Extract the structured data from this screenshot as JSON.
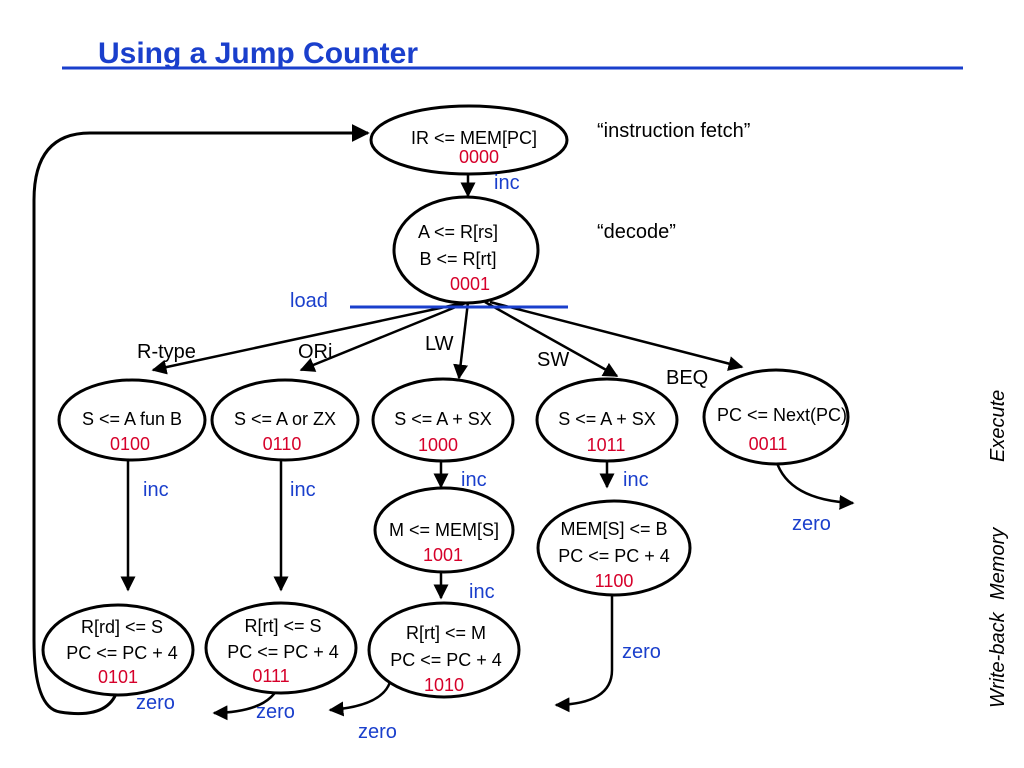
{
  "title": "Using a Jump Counter",
  "colors": {
    "title": "#1a3fcc",
    "code": "#d6002a",
    "label": "#1a3fcc",
    "line": "#000000"
  },
  "annotations": {
    "fetch": "“instruction fetch”",
    "decode": "“decode”"
  },
  "nodes": {
    "fetch": {
      "lines": [
        "IR <= MEM[PC]"
      ],
      "code": "0000"
    },
    "decode": {
      "lines": [
        "A <= R[rs]",
        "B <= R[rt]"
      ],
      "code": "0001"
    },
    "rtype_ex": {
      "lines": [
        "S <= A fun B"
      ],
      "code": "0100"
    },
    "ori_ex": {
      "lines": [
        "S <= A or ZX"
      ],
      "code": "0110"
    },
    "lw_ex": {
      "lines": [
        "S <= A + SX"
      ],
      "code": "1000"
    },
    "sw_ex": {
      "lines": [
        "S <= A + SX"
      ],
      "code": "1011"
    },
    "beq_ex": {
      "lines": [
        "PC <= Next(PC)"
      ],
      "code": "0011"
    },
    "lw_mem": {
      "lines": [
        "M <= MEM[S]"
      ],
      "code": "1001"
    },
    "sw_mem": {
      "lines": [
        "MEM[S] <= B",
        "PC <= PC + 4"
      ],
      "code": "1100"
    },
    "rtype_wb": {
      "lines": [
        "R[rd] <= S",
        "PC <= PC + 4"
      ],
      "code": "0101"
    },
    "ori_wb": {
      "lines": [
        "R[rt] <= S",
        "PC <= PC + 4"
      ],
      "code": "0111"
    },
    "lw_wb": {
      "lines": [
        "R[rt] <= M",
        "PC <= PC + 4"
      ],
      "code": "1010"
    }
  },
  "labels": {
    "inc": "inc",
    "zero": "zero",
    "load": "load",
    "branches": {
      "rtype": "R-type",
      "ori": "ORi",
      "lw": "LW",
      "sw": "SW",
      "beq": "BEQ"
    }
  },
  "stages": {
    "execute": "Execute",
    "memory": "Memory",
    "writeback": "Write-back"
  }
}
